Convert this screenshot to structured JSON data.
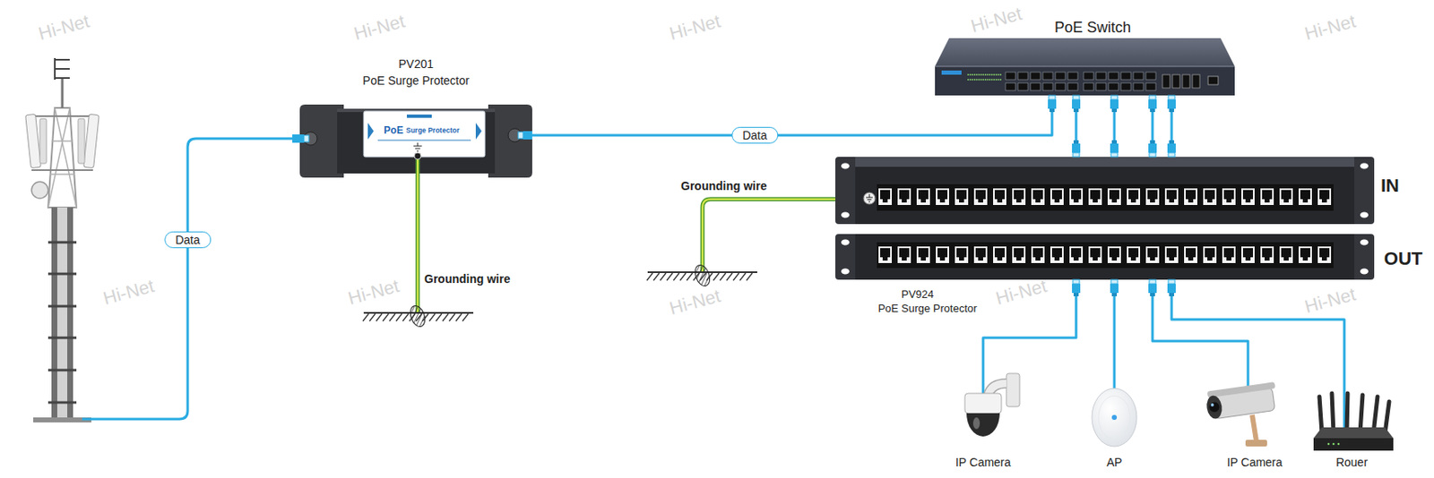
{
  "diagram": {
    "nodes": [
      {
        "text": [
          "PV201",
          "PoE Surge Protector"
        ]
      },
      {
        "text": [
          "PoE Switch"
        ]
      },
      {
        "text": [
          "IN"
        ]
      },
      {
        "text": [
          "OUT",
          "PV924",
          "PoE Surge Protector"
        ]
      },
      {
        "text": [
          "IP Camera"
        ]
      },
      {
        "text": [
          "AP"
        ]
      },
      {
        "text": [
          "IP Camera"
        ]
      },
      {
        "text": [
          "Rouer"
        ]
      }
    ],
    "edges": [
      {
        "from": 0,
        "to": 1,
        "arrow": "none",
        "label": "Data"
      },
      {
        "from": 1,
        "to": 2,
        "arrow": "none"
      },
      {
        "from": 1,
        "to": 2,
        "arrow": "none"
      },
      {
        "from": 1,
        "to": 2,
        "arrow": "none"
      },
      {
        "from": 1,
        "to": 2,
        "arrow": "none"
      },
      {
        "from": 3,
        "to": 4,
        "arrow": "none"
      },
      {
        "from": 3,
        "to": 5,
        "arrow": "none"
      },
      {
        "from": 3,
        "to": 6,
        "arrow": "none"
      },
      {
        "from": 3,
        "to": 7,
        "arrow": "none"
      }
    ],
    "labels": [
      "Hi-Net",
      "Hi-Net",
      "Hi-Net",
      "Hi-Net",
      "Hi-Net",
      "Grounding wire",
      "Data",
      "Grounding wire",
      "Hi-Net",
      "Hi-Net",
      "Hi-Net",
      "Hi-Net",
      "Hi-Net",
      "PoE",
      "Surge Protector"
    ]
  }
}
